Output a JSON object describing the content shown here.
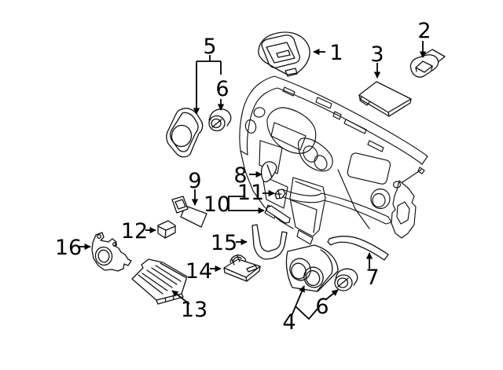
{
  "figure": {
    "kind": "exploded-parts-diagram",
    "background_color": "#ffffff",
    "line_color": "#111111",
    "label_color": "#000000"
  },
  "callouts": [
    {
      "id": "1",
      "label": "1"
    },
    {
      "id": "2",
      "label": "2"
    },
    {
      "id": "3",
      "label": "3"
    },
    {
      "id": "4",
      "label": "4"
    },
    {
      "id": "5",
      "label": "5"
    },
    {
      "id": "6-upper",
      "label": "6"
    },
    {
      "id": "6-lower",
      "label": "6"
    },
    {
      "id": "7",
      "label": "7"
    },
    {
      "id": "8",
      "label": "8"
    },
    {
      "id": "9",
      "label": "9"
    },
    {
      "id": "10",
      "label": "10"
    },
    {
      "id": "11",
      "label": "11"
    },
    {
      "id": "12",
      "label": "12"
    },
    {
      "id": "13",
      "label": "13"
    },
    {
      "id": "14",
      "label": "14"
    },
    {
      "id": "15",
      "label": "15"
    },
    {
      "id": "16",
      "label": "16"
    }
  ]
}
